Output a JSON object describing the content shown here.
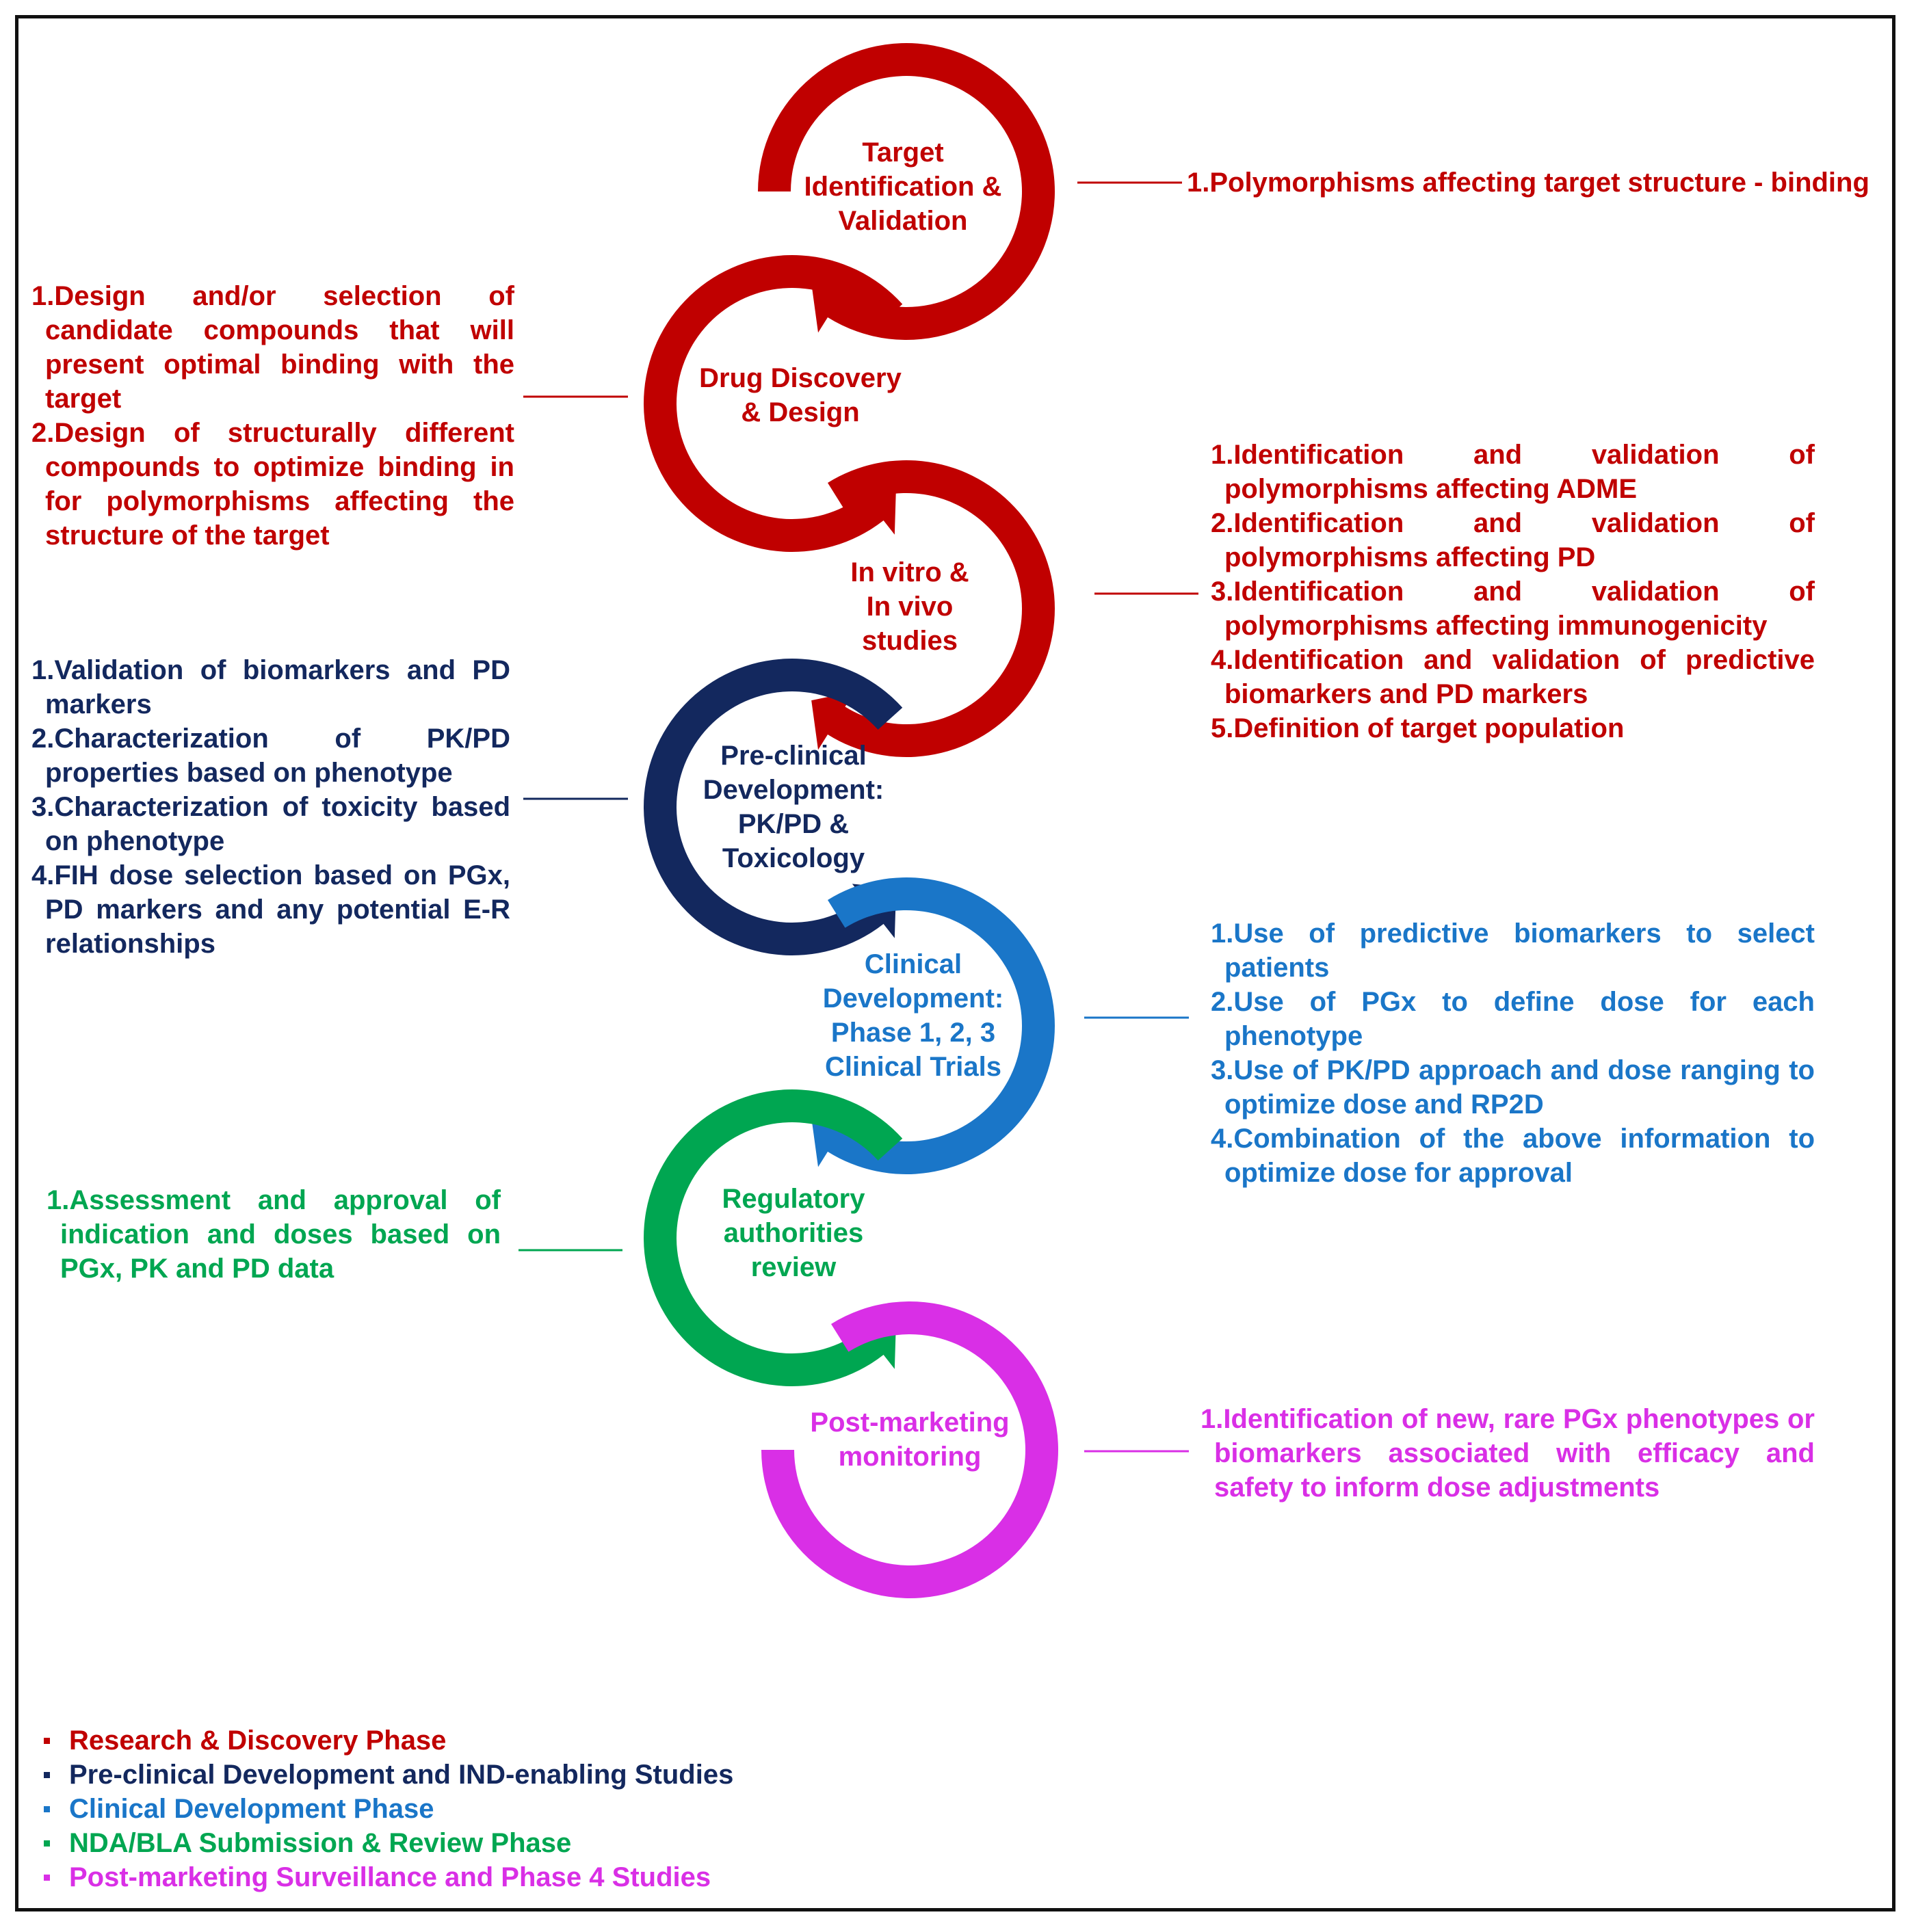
{
  "stages": [
    {
      "id": "target",
      "label": "Target\nIdentification &\nValidation",
      "color": "#c00000"
    },
    {
      "id": "drug",
      "label": "Drug Discovery\n& Design",
      "color": "#c00000"
    },
    {
      "id": "invitro",
      "label": "In vitro &\nIn vivo\nstudies",
      "color": "#c00000"
    },
    {
      "id": "preclinical",
      "label": "Pre-clinical\nDevelopment:\nPK/PD &\nToxicology",
      "color": "#13285e"
    },
    {
      "id": "clinical",
      "label": "Clinical\nDevelopment:\nPhase 1, 2, 3\nClinical Trials",
      "color": "#1a76c8"
    },
    {
      "id": "regulatory",
      "label": "Regulatory\nauthorities\nreview",
      "color": "#00a651"
    },
    {
      "id": "postmarketing",
      "label": "Post-marketing\nmonitoring",
      "color": "#d92fe6"
    }
  ],
  "notes": {
    "target": [
      "1.Polymorphisms affecting target structure - binding"
    ],
    "drug": [
      "1.Design and/or selection of candidate compounds that will present optimal binding with the target",
      "2.Design of structurally different compounds to optimize binding in for polymorphisms affecting the structure of the target"
    ],
    "invitro": [
      "1.Identification and validation of polymorphisms affecting ADME",
      "2.Identification and validation of polymorphisms affecting PD",
      "3.Identification and validation of polymorphisms affecting immunogenicity",
      "4.Identification and validation of predictive biomarkers and PD markers",
      "5.Definition of target population"
    ],
    "preclinical": [
      "1.Validation of biomarkers and PD markers",
      "2.Characterization of PK/PD properties based on phenotype",
      "3.Characterization of toxicity based on phenotype",
      "4.FIH dose selection based on PGx, PD markers and any potential E-R relationships"
    ],
    "clinical": [
      "1.Use of predictive biomarkers to select patients",
      "2.Use of PGx to define dose for each phenotype",
      "3.Use of PK/PD approach and dose ranging to optimize dose and RP2D",
      "4.Combination of the above information to optimize dose for approval"
    ],
    "regulatory": [
      "1.Assessment and approval of indication and doses based on PGx, PK and PD data"
    ],
    "postmarketing": [
      "1.Identification of new, rare PGx phenotypes or biomarkers associated with efficacy and safety to inform dose adjustments"
    ]
  },
  "legend": [
    {
      "label": "Research & Discovery Phase",
      "color": "#c00000"
    },
    {
      "label": "Pre-clinical Development and IND-enabling Studies",
      "color": "#13285e"
    },
    {
      "label": "Clinical Development Phase",
      "color": "#1a76c8"
    },
    {
      "label": "NDA/BLA Submission & Review Phase",
      "color": "#00a651"
    },
    {
      "label": "Post-marketing Surveillance and Phase 4 Studies",
      "color": "#d92fe6"
    }
  ]
}
